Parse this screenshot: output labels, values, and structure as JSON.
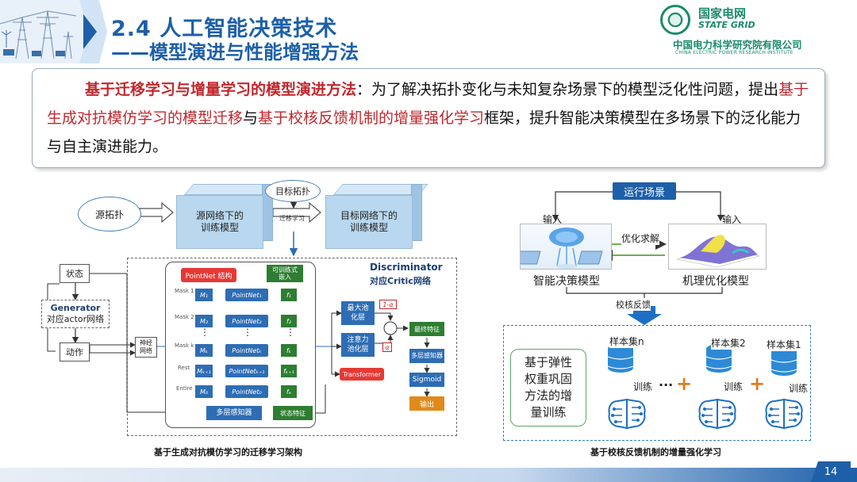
{
  "header": {
    "title_line1": "2.4 人工智能决策技术",
    "title_line2": "——模型演进与性能增强方法",
    "logo_cn": "国家电网",
    "logo_en": "STATE GRID",
    "institute_cn": "中国电力科学研究院有限公司",
    "institute_en": "CHINA ELECTRIC POWER RESEARCH INSTITUTE"
  },
  "intro": {
    "lead": "基于迁移学习与增量学习的模型演进方法",
    "text1": "：为了解决拓扑变化与未知复杂场景下的模型泛化性问题，提出",
    "hl1": "基于生成对抗模仿学习的模型迁移",
    "text2": "与",
    "hl2": "基于校核反馈机制的增量强化学习",
    "text3": "框架，提升智能决策模型在多场景下的泛化能力与自主演进能力。"
  },
  "left_diagram": {
    "source_topo": "源拓扑",
    "source_model": "源网络下的\n训练模型",
    "target_topo": "目标拓扑",
    "transfer": "迁移学习",
    "target_model": "目标网络下的\n训练模型",
    "state": "状态",
    "generator": "Generator",
    "generator_sub": "对应actor网络",
    "action": "动作",
    "neural_net": "神经\n网络",
    "pointnet_struct": "PointNet 结构",
    "trainable_embed": "可训练式\n嵌入",
    "discriminator": "Discriminator",
    "discriminator_sub": "对应Critic网络",
    "mask_labels": [
      "Mask 1",
      "Mask 2",
      "Mask k",
      "Rest",
      "Entire"
    ],
    "m_labels": [
      "M₁",
      "M₂",
      "Mₖ",
      "Mₖ₊₁",
      "M₀"
    ],
    "pn_labels": [
      "PointNet₁",
      "PointNet₂",
      "PointNetₖ",
      "PointNetₖ₊₁",
      "PointNet₀"
    ],
    "f_labels": [
      "f₁",
      "f₂",
      "fₖ",
      "fₖ₊₁",
      "fₑ"
    ],
    "dots": "⋮",
    "max_pool": "最大池\n化层",
    "attn_pool": "注意力\n池化层",
    "transformer": "Transformer",
    "one_minus_alpha": "1-α",
    "alpha": "α",
    "final_feature": "最终特征",
    "mlp_right": "多层感知器",
    "sigmoid": "Sigmoid",
    "output": "输出",
    "mlp_bottom": "多层感知器",
    "state_feature": "状态特征",
    "caption": "基于生成对抗模仿学习的迁移学习架构"
  },
  "right_diagram": {
    "scenario": "运行场景",
    "input_left": "输入",
    "input_right": "输入",
    "optimize": "优化求解",
    "decision_model": "智能决策模型",
    "mechanism_model": "机理优化模型",
    "feedback": "校核反馈",
    "elastic": "基于弹性\n权重巩固\n方法的增\n量训练",
    "set_n": "样本集n",
    "set_2": "样本集2",
    "set_1": "样本集1",
    "train": "训练",
    "ellipsis": "···",
    "plus": "+",
    "caption": "基于校核反馈机制的增量强化学习"
  },
  "footer": {
    "page": "14"
  },
  "colors": {
    "primary": "#1d5fa8",
    "accent_red": "#c0272d",
    "brand_green": "#1a8a6c"
  }
}
